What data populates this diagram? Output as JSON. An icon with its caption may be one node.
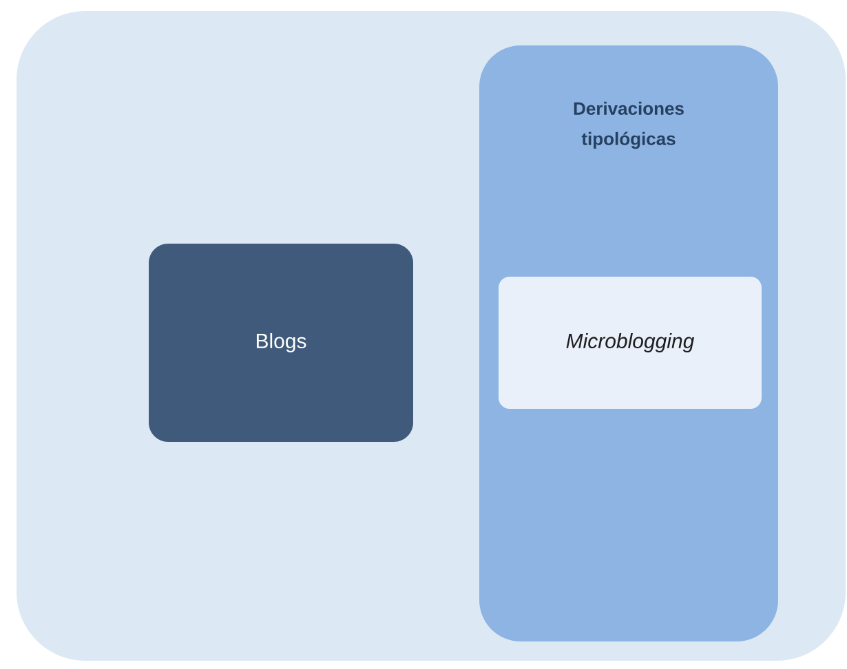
{
  "diagram": {
    "nodes": [
      {
        "text": [],
        "shape": "box"
      },
      {
        "text": [
          "Blogs"
        ],
        "in": 0
      },
      {
        "text": [
          "Derivaciones tipológicas"
        ],
        "in": 0
      },
      {
        "text": [
          "Microblogging"
        ],
        "in": 2
      }
    ]
  }
}
